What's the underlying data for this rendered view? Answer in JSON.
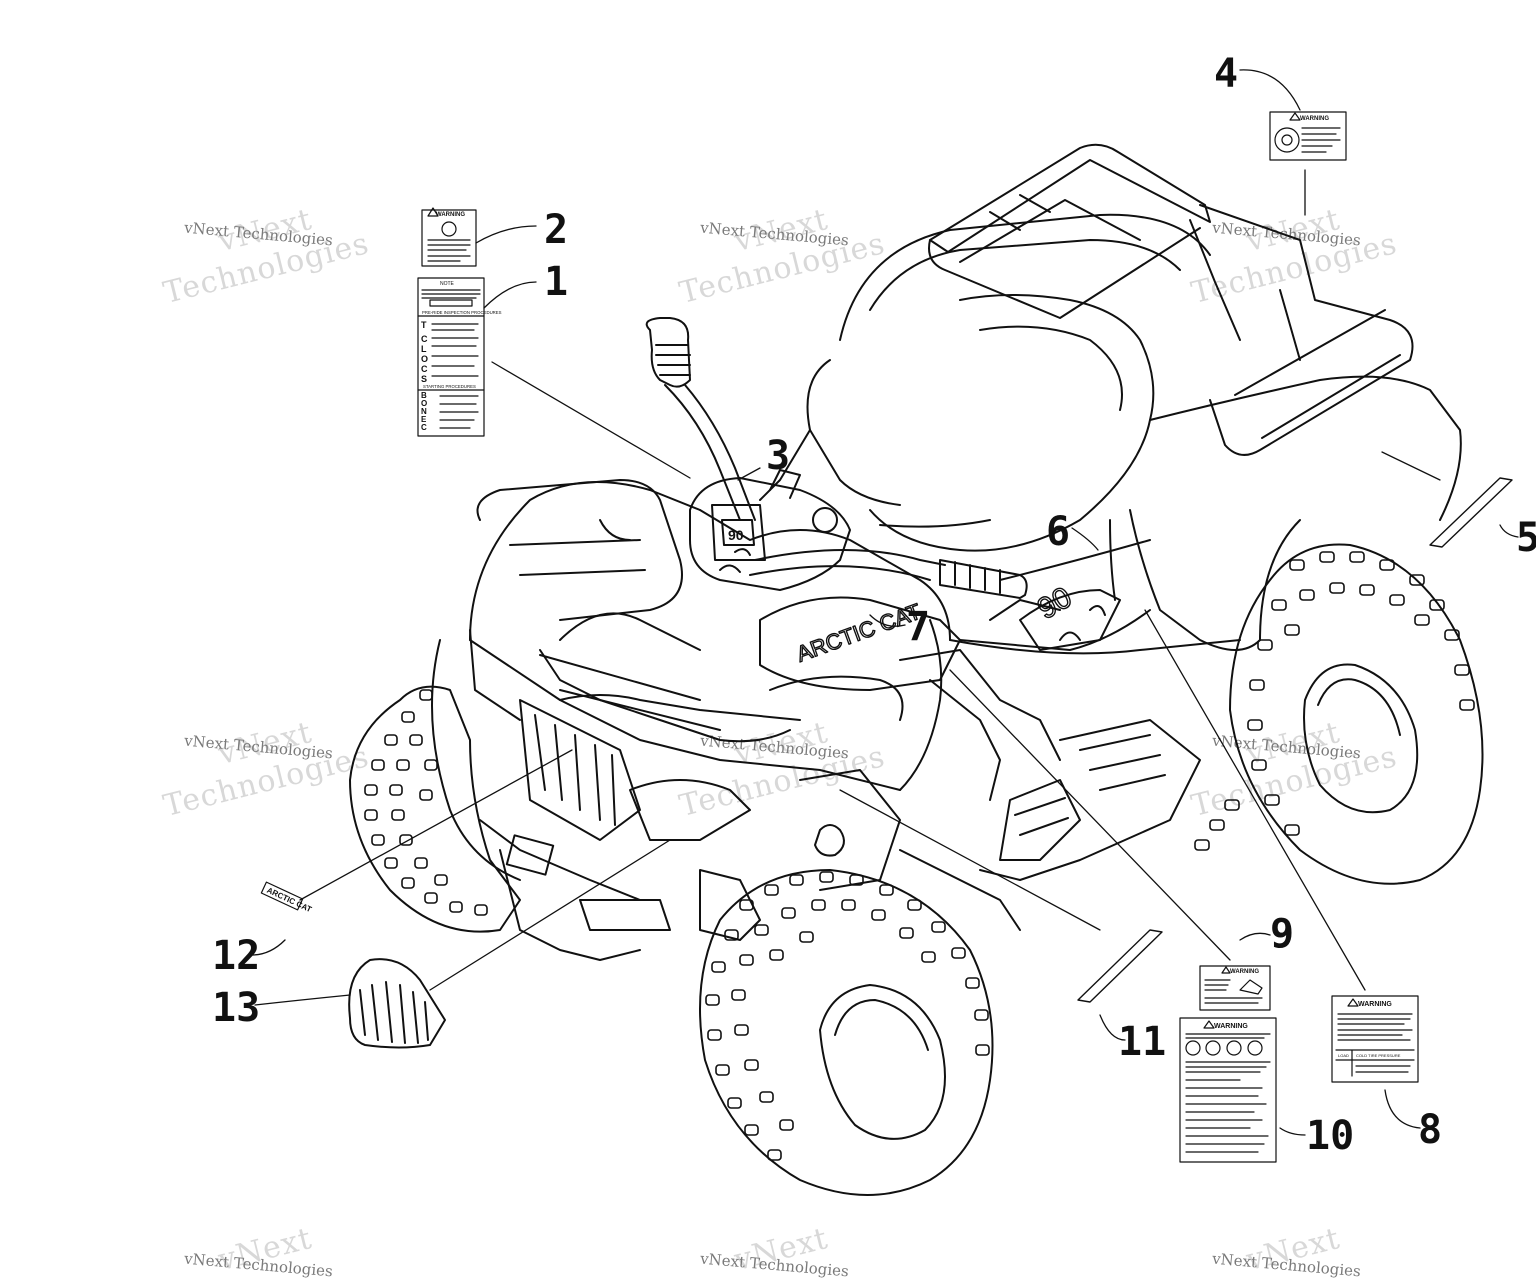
{
  "watermark": {
    "line1": "vNext Technologies",
    "big_a": "vNext",
    "big_b": "Technologies"
  },
  "callouts": [
    "1",
    "2",
    "3",
    "4",
    "5",
    "6",
    "7",
    "8",
    "9",
    "10",
    "11",
    "12",
    "13"
  ],
  "decals": {
    "warning_word": "WARNING",
    "note_word": "NOTE",
    "brand": "ARCTIC CAT",
    "model": "90",
    "preride_heading": "PRE-RIDE INSPECTION PROCEDURES",
    "starting_heading": "STARTING PROCEDURES",
    "preride_letters": [
      "T",
      "C",
      "L",
      "O",
      "C",
      "S"
    ],
    "starting_letters": [
      "B",
      "O",
      "N",
      "E",
      "C"
    ],
    "load_table": {
      "headers": [
        "LOAD",
        "COLD TIRE PRESSURE"
      ]
    }
  },
  "colors": {
    "ink": "#111111",
    "watermark": "#b9b9b9",
    "paper": "#ffffff"
  }
}
